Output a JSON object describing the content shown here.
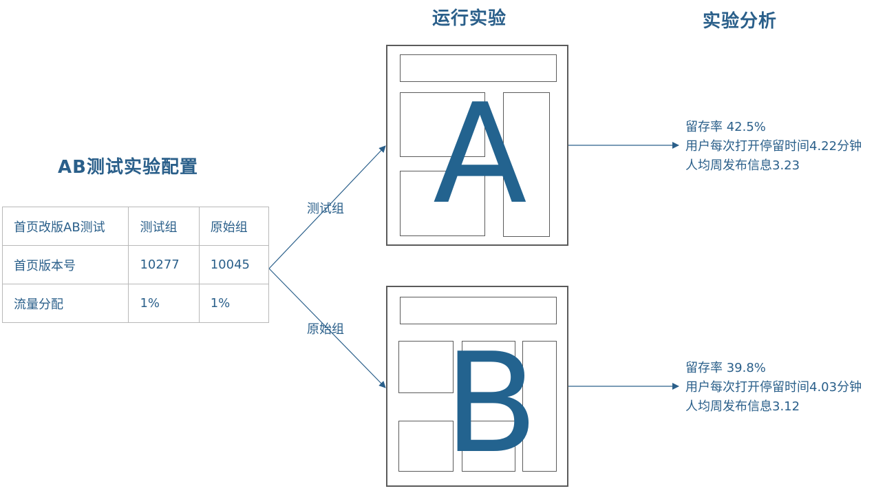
{
  "headings": {
    "config": "AB测试实验配置",
    "run": "运行实验",
    "analysis": "实验分析"
  },
  "config_table": {
    "rows": [
      [
        "首页改版AB测试",
        "测试组",
        "原始组"
      ],
      [
        "首页版本号",
        "10277",
        "10045"
      ],
      [
        "流量分配",
        "1%",
        "1%"
      ]
    ]
  },
  "branches": {
    "test_label": "测试组",
    "original_label": "原始组"
  },
  "pages": {
    "a_letter": "A",
    "b_letter": "B"
  },
  "results": {
    "a": {
      "retention": "留存率 42.5%",
      "duration": "用户每次打开停留时间4.22分钟",
      "posts": "人均周发布信息3.23"
    },
    "b": {
      "retention": "留存率 39.8%",
      "duration": "用户每次打开停留时间4.03分钟",
      "posts": "人均周发布信息3.12"
    }
  },
  "colors": {
    "accent": "#2a5f8a",
    "letter": "#23638f",
    "border": "#5a5a5a"
  }
}
